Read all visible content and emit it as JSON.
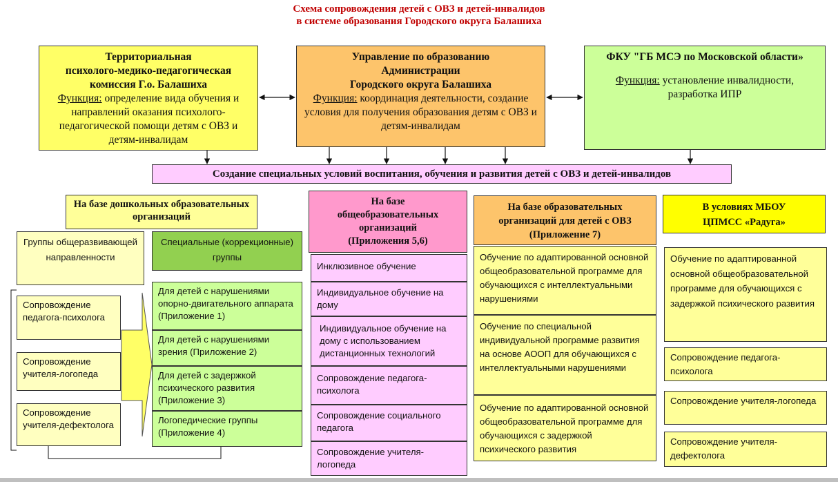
{
  "title": {
    "line1": "Схема сопровождения детей с ОВЗ и детей-инвалидов",
    "line2": "в системе образования Городского округа Балашиха"
  },
  "pmpk": {
    "name_lines": [
      "Территориальная",
      "психолого-медико-педагогическая",
      "комиссия Г.о. Балашиха"
    ],
    "function_label": "Функция:",
    "function_text": " определение вида обучения и направлений оказания психолого-педагогической помощи детям с ОВЗ и детям-инвалидам"
  },
  "admin": {
    "name_lines": [
      "Управление по образованию",
      "Администрации",
      "Городского округа Балашиха"
    ],
    "function_label": "Функция:",
    "function_text": " координация деятельности, создание условия для получения образования детям с ОВЗ и детям-инвалидам"
  },
  "fku": {
    "name": "ФКУ \"ГБ МСЭ по Московской области»",
    "function_label": "Функция:",
    "function_text": " установление инвалидности, разработка ИПР"
  },
  "banner": "Создание специальных условий воспитания, обучения и развития детей с ОВЗ и детей-инвалидов",
  "preschool": {
    "header": "На базе дошкольных образовательных организаций",
    "general_groups": "Группы общеразвивающей направленности",
    "special_groups": "Специальные (коррекционные) группы",
    "support": [
      "Сопровождение педагога-психолога",
      "Сопровождение учителя-логопеда",
      "Сопровождение учителя-дефектолога"
    ],
    "special_items": [
      "Для детей с нарушениями опорно-двигательного аппарата (Приложение 1)",
      "Для детей с нарушениями зрения (Приложение 2)",
      "Для детей с задержкой психического развития (Приложение 3)",
      "Логопедические группы (Приложение 4)"
    ]
  },
  "general_ed": {
    "header_lines": [
      "На базе",
      "общеобразовательных",
      "организаций",
      "(Приложения 5,6)"
    ],
    "items": [
      "Инклюзивное обучение",
      "Индивидуальное обучение на дому",
      "Индивидуальное обучение на дому с использованием дистанционных технологий",
      "Сопровождение педагога-психолога",
      "Сопровождение социального педагога",
      "Сопровождение учителя-логопеда"
    ]
  },
  "ovz_org": {
    "header_lines": [
      "На базе образовательных",
      "организаций для детей с ОВЗ",
      "(Приложение 7)"
    ],
    "items": [
      "Обучение по адаптированной основной общеобразовательной программе для обучающихся с интеллектуальными нарушениями",
      "Обучение по специальной индивидуальной программе развития на основе АООП для обучающихся с интеллектуальными нарушениями",
      "Обучение по адаптированной основной общеобразовательной программе для обучающихся с задержкой психического развития"
    ]
  },
  "raduga": {
    "header_lines": [
      "В условиях МБОУ",
      "ЦПМСС «Радуга»"
    ],
    "items": [
      "Обучение по адаптированной основной общеобразовательной программе для обучающихся с задержкой психического развития",
      "Сопровождение педагога-психолога",
      "Сопровождение учителя-логопеда",
      "Сопровождение учителя-дефектолога"
    ]
  }
}
